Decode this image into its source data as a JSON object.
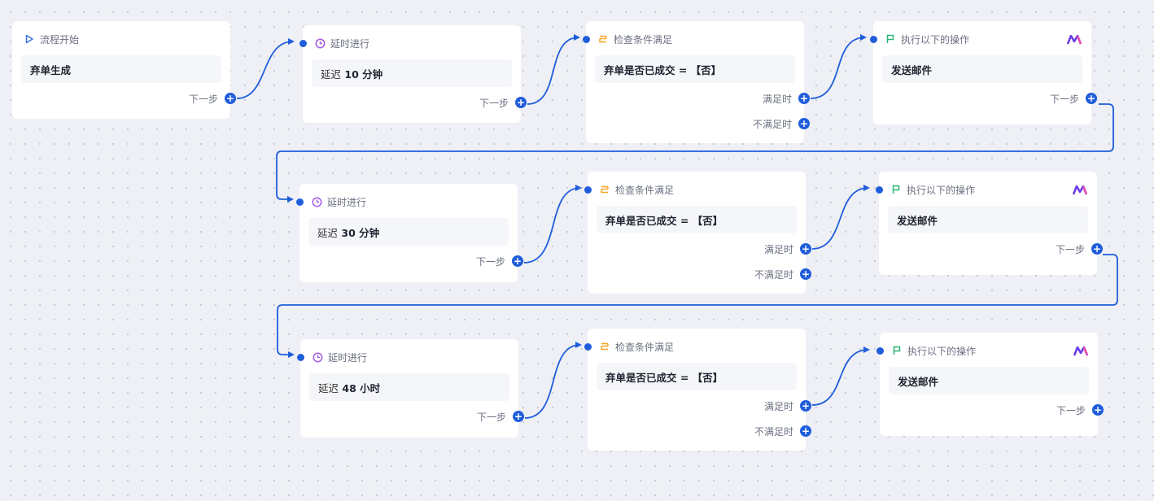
{
  "nodes": [
    {
      "type": "start",
      "title": "流程开始",
      "body": "弃单生成",
      "outputs": [
        "下一步"
      ]
    },
    {
      "type": "delay",
      "title": "延时进行",
      "prefix": "延迟",
      "value": "10 分钟",
      "outputs": [
        "下一步"
      ]
    },
    {
      "type": "condition",
      "title": "检查条件满足",
      "body": "弃单是否已成交 = 【否】",
      "outputs": [
        "满足时",
        "不满足时"
      ]
    },
    {
      "type": "action",
      "title": "执行以下的操作",
      "body": "发送邮件",
      "outputs": [
        "下一步"
      ]
    },
    {
      "type": "delay",
      "title": "延时进行",
      "prefix": "延迟",
      "value": "30 分钟",
      "outputs": [
        "下一步"
      ]
    },
    {
      "type": "condition",
      "title": "检查条件满足",
      "body": "弃单是否已成交 = 【否】",
      "outputs": [
        "满足时",
        "不满足时"
      ]
    },
    {
      "type": "action",
      "title": "执行以下的操作",
      "body": "发送邮件",
      "outputs": [
        "下一步"
      ]
    },
    {
      "type": "delay",
      "title": "延时进行",
      "prefix": "延迟",
      "value": "48 小时",
      "outputs": [
        "下一步"
      ]
    },
    {
      "type": "condition",
      "title": "检查条件满足",
      "body": "弃单是否已成交 = 【否】",
      "outputs": [
        "满足时",
        "不满足时"
      ]
    },
    {
      "type": "action",
      "title": "执行以下的操作",
      "body": "发送邮件",
      "outputs": [
        "下一步"
      ]
    }
  ],
  "colors": {
    "accent": "#1f5ddb",
    "start": "#3b6fe0",
    "delay": "#a45de8",
    "condition": "#f5a623",
    "action": "#2bb673"
  }
}
